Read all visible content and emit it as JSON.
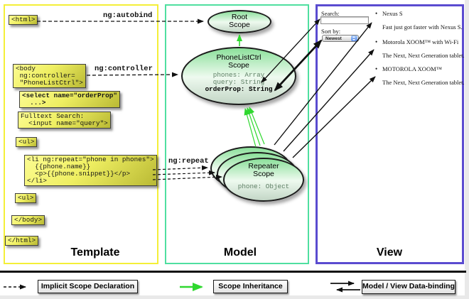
{
  "template": {
    "label": "Template",
    "boxes": [
      "<html>",
      "<body\n ng:controller=\n \"PhoneListCtrl\">",
      "<select name=\"orderProp\"\n  ...>",
      "Fulltext Search:\n  <input name=\"query\">",
      "<ul>",
      "<li ng:repeat=\"phone in phones\">\n  {{phone.name}}\n  <p>{{phone.snippet}}</p>\n</li>",
      "<ul>",
      "</body>",
      "</html>"
    ]
  },
  "annotations": {
    "autobind": "ng:autobind",
    "controller": "ng:controller",
    "repeat": "ng:repeat"
  },
  "model": {
    "label": "Model",
    "root_scope": {
      "line1": "Root",
      "line2": "Scope"
    },
    "phonelist_scope": {
      "line1": "PhoneListCtrl",
      "line2": "Scope",
      "props": [
        "phones: Array",
        "query: String",
        "orderProp: String"
      ]
    },
    "repeater_scope": {
      "line1": "Repeater",
      "line2": "Scope",
      "props": [
        "phone: Object"
      ]
    }
  },
  "view": {
    "label": "View",
    "search_label": "Search:",
    "sort_label": "Sort by:",
    "sort_value": "Newest",
    "items": [
      {
        "title": "Nexus S",
        "desc": "Fast just got faster with Nexus S."
      },
      {
        "title": "Motorola XOOM™ with Wi-Fi",
        "desc": "The Next, Next Generation tablet."
      },
      {
        "title": "MOTOROLA XOOM™",
        "desc": "The Next, Next Generation tablet."
      }
    ]
  },
  "legend": {
    "items": [
      {
        "label": "Implicit Scope Declaration"
      },
      {
        "label": "Scope Inheritance"
      },
      {
        "label": "Model / View Data-binding"
      }
    ]
  },
  "colors": {
    "template_border": "#f4ef38",
    "model_border": "#4fdfa0",
    "view_border": "#5a4bd0",
    "inheritance_green": "#2fd82f",
    "box_yellow": "#efef62"
  }
}
